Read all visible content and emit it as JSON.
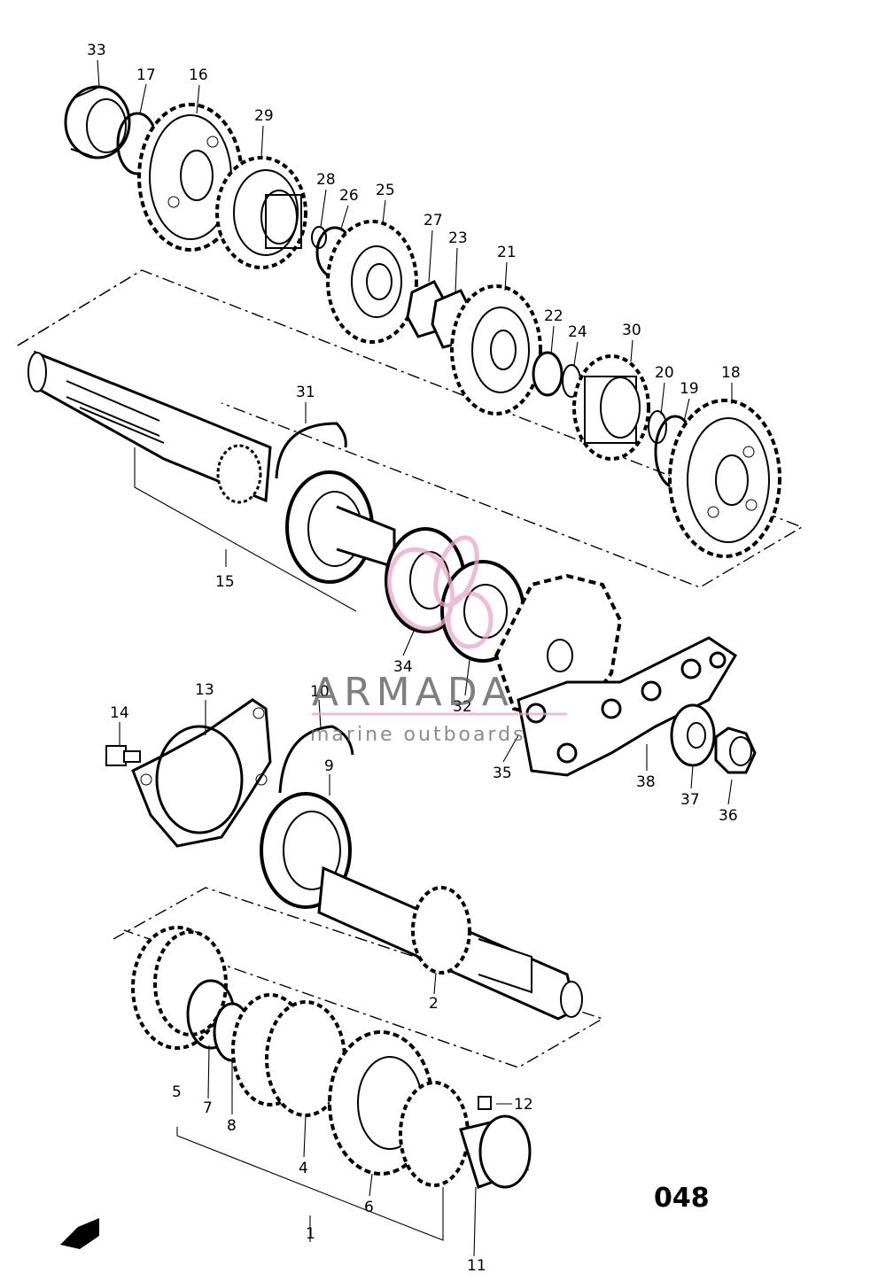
{
  "diagram": {
    "page_number": "048",
    "watermark": {
      "title": "ARMADA",
      "subtitle": "marine outboards",
      "accent_color": "#e8a7c8"
    },
    "part_labels": {
      "33": "33",
      "17": "17",
      "16": "16",
      "29": "29",
      "28": "28",
      "26": "26",
      "25": "25",
      "27": "27",
      "23": "23",
      "21": "21",
      "22": "22",
      "24": "24",
      "30": "30",
      "20": "20",
      "19": "19",
      "18": "18",
      "31": "31",
      "15": "15",
      "34": "34",
      "32": "32",
      "14": "14",
      "13": "13",
      "10": "10",
      "9": "9",
      "35": "35",
      "38": "38",
      "37": "37",
      "36": "36",
      "2": "2",
      "5": "5",
      "7": "7",
      "8": "8",
      "4": "4",
      "6": "6",
      "12": "12",
      "1": "1",
      "11": "11"
    },
    "colors": {
      "ink": "#000000",
      "paper": "#ffffff"
    }
  }
}
